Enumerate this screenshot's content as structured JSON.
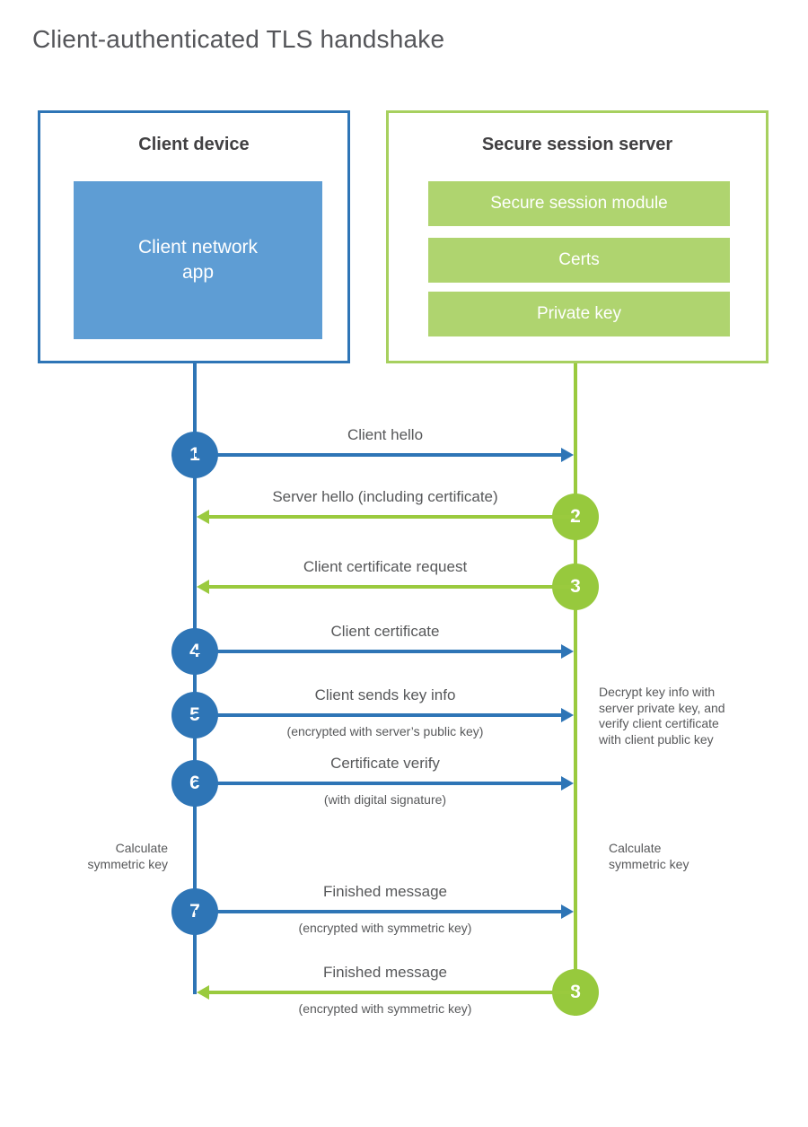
{
  "title": "Client-authenticated TLS handshake",
  "palette": {
    "blue": "#2e75b6",
    "blue_fill": "#5e9dd4",
    "green": "#97c93d",
    "green_fill": "#afd46f",
    "green_border": "#a7d05f",
    "label_text": "#57585a"
  },
  "client": {
    "title": "Client device",
    "app": "Client network\napp"
  },
  "server": {
    "title": "Secure session server",
    "modules": [
      "Secure session module",
      "Certs",
      "Private key"
    ]
  },
  "messages": [
    {
      "step": "1",
      "label": "Client hello",
      "from": "client"
    },
    {
      "step": "2",
      "label": "Server hello (including certificate)",
      "from": "server"
    },
    {
      "step": "3",
      "label": "Client certificate request",
      "from": "server"
    },
    {
      "step": "4",
      "label": "Client certificate",
      "from": "client"
    },
    {
      "step": "5",
      "label": "Client sends key info",
      "sublabel": "(encrypted with server’s public key)",
      "from": "client"
    },
    {
      "step": "6",
      "label": "Certificate verify",
      "sublabel": "(with digital signature)",
      "from": "client"
    },
    {
      "step": "7",
      "label": "Finished message",
      "sublabel": "(encrypted with symmetric key)",
      "from": "client"
    },
    {
      "step": "8",
      "label": "Finished message",
      "sublabel": "(encrypted with symmetric key)",
      "from": "server"
    }
  ],
  "notes": {
    "decrypt": "Decrypt key info with\nserver private key, and\nverify client certificate\nwith client public key",
    "calculate_left": "Calculate\nsymmetric key",
    "calculate_right": "Calculate\nsymmetric key"
  }
}
